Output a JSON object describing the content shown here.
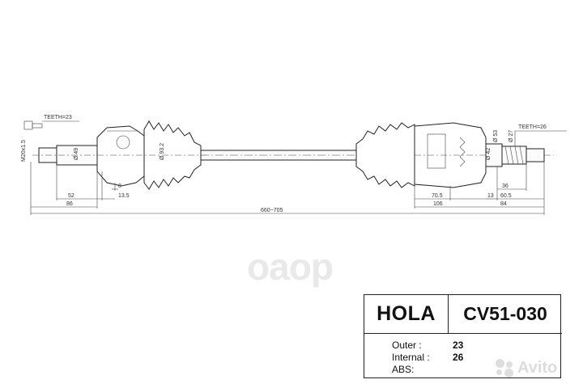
{
  "drawing": {
    "dimensions": {
      "teeth_outer": "TEETH=23",
      "teeth_inner": "TEETH=26",
      "thread": "M20x1.5",
      "d_outer_seal": "Ø 49",
      "d_boot": "Ø 93.2",
      "d_inner_seal": "Ø 53",
      "d_inner": "Ø 42",
      "d_inner_spline": "Ø 27",
      "len_52": "52",
      "len_86": "86",
      "len_8": "8",
      "len_13_5": "13.5",
      "len_total": "660~705",
      "len_70_5": "70.5",
      "len_106": "106",
      "len_13": "13",
      "len_60_5": "60.5",
      "len_84": "84",
      "len_36": "36"
    }
  },
  "watermark": {
    "text": "oaop"
  },
  "info": {
    "brand": "HOLA",
    "part_number": "CV51-030",
    "rows": [
      {
        "label": "Outer :",
        "value": "23"
      },
      {
        "label": "Internal :",
        "value": "26"
      },
      {
        "label": "ABS:",
        "value": ""
      }
    ]
  },
  "avito": {
    "text": "Avito"
  }
}
